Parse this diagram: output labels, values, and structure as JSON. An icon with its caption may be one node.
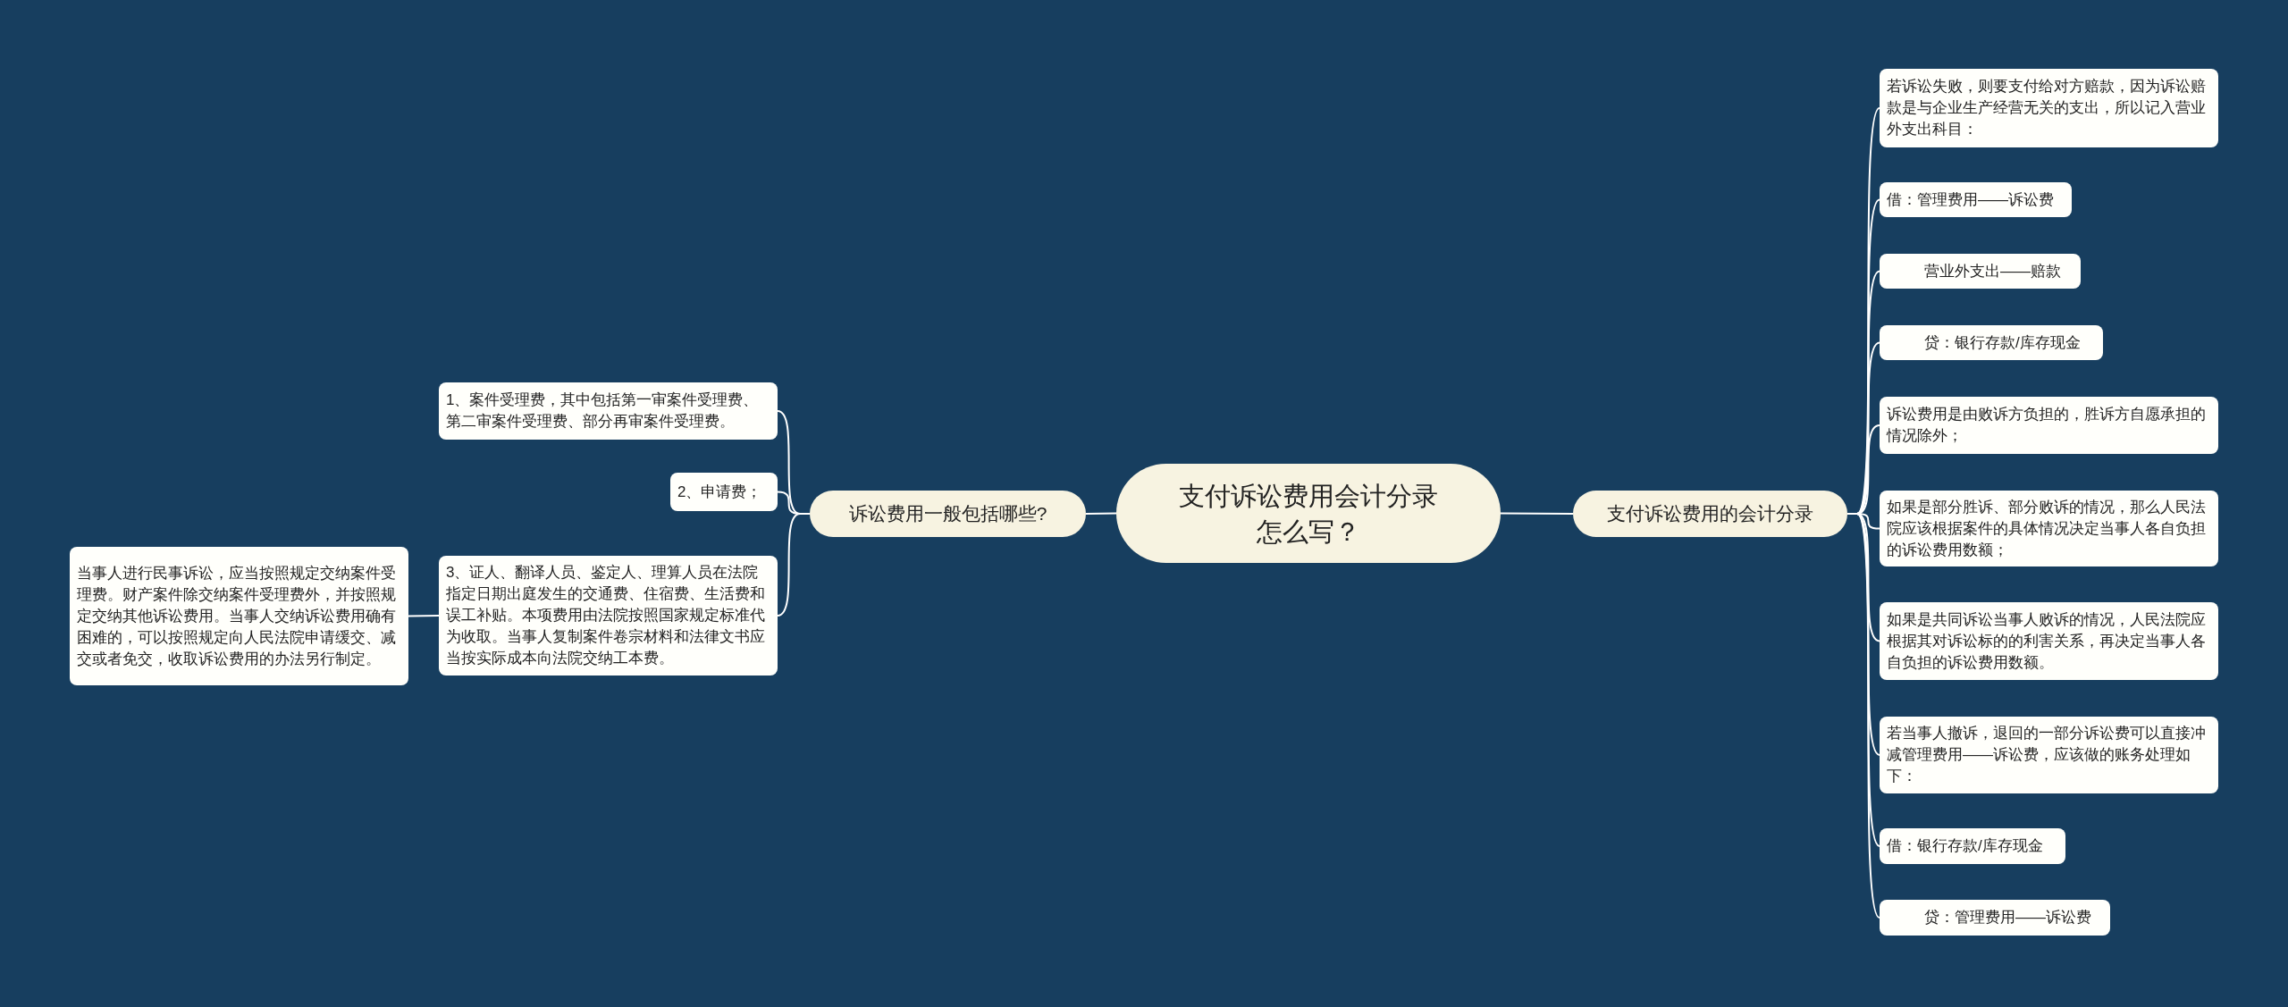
{
  "diagram": {
    "nodes": [
      {
        "text": [
          "支付诉讼费用会计分录怎么写？"
        ]
      },
      {
        "text": [
          "诉讼费用一般包括哪些?"
        ]
      },
      {
        "text": [
          "1、案件受理费，其中包括第一审案件受理费、第二审案件受理费、部分再审案件受理费。"
        ]
      },
      {
        "text": [
          "2、申请费；"
        ]
      },
      {
        "text": [
          "3、证人、翻译人员、鉴定人、理算人员在法院指定日期出庭发生的交通费、住宿费、生活费和误工补贴。本项费用由法院按照国家规定标准代为收取。当事人复制案件卷宗材料和法律文书应当按实际成本向法院交纳工本费。"
        ]
      },
      {
        "text": [
          "当事人进行民事诉讼，应当按照规定交纳案件受理费。财产案件除交纳案件受理费外，并按照规定交纳其他诉讼费用。当事人交纳诉讼费用确有困难的，可以按照规定向人民法院申请缓交、减交或者免交，收取诉讼费用的办法另行制定。"
        ]
      },
      {
        "text": [
          "支付诉讼费用的会计分录"
        ]
      },
      {
        "text": [
          "若诉讼失败，则要支付给对方赔款，因为诉讼赔款是与企业生产经营无关的支出，所以记入营业外支出科目："
        ]
      },
      {
        "text": [
          "借：管理费用——诉讼费"
        ]
      },
      {
        "text": [
          "营业外支出——赔款"
        ]
      },
      {
        "text": [
          "贷：银行存款/库存现金"
        ]
      },
      {
        "text": [
          "诉讼费用是由败诉方负担的，胜诉方自愿承担的情况除外；"
        ]
      },
      {
        "text": [
          "如果是部分胜诉、部分败诉的情况，那么人民法院应该根据案件的具体情况决定当事人各自负担的诉讼费用数额；"
        ]
      },
      {
        "text": [
          "如果是共同诉讼当事人败诉的情况，人民法院应根据其对诉讼标的的利害关系，再决定当事人各自负担的诉讼费用数额。"
        ]
      },
      {
        "text": [
          "若当事人撤诉，退回的一部分诉讼费可以直接冲减管理费用——诉讼费，应该做的账务处理如下："
        ]
      },
      {
        "text": [
          "借：银行存款/库存现金"
        ]
      },
      {
        "text": [
          "贷：管理费用——诉讼费"
        ]
      }
    ],
    "edges": [
      {
        "from": 0,
        "to": 1,
        "arrow": "none"
      },
      {
        "from": 1,
        "to": 2,
        "arrow": "none"
      },
      {
        "from": 1,
        "to": 3,
        "arrow": "none"
      },
      {
        "from": 1,
        "to": 4,
        "arrow": "none"
      },
      {
        "from": 4,
        "to": 5,
        "arrow": "none"
      },
      {
        "from": 0,
        "to": 6,
        "arrow": "none"
      },
      {
        "from": 6,
        "to": 7,
        "arrow": "none"
      },
      {
        "from": 6,
        "to": 8,
        "arrow": "none"
      },
      {
        "from": 6,
        "to": 9,
        "arrow": "none"
      },
      {
        "from": 6,
        "to": 10,
        "arrow": "none"
      },
      {
        "from": 6,
        "to": 11,
        "arrow": "none"
      },
      {
        "from": 6,
        "to": 12,
        "arrow": "none"
      },
      {
        "from": 6,
        "to": 13,
        "arrow": "none"
      },
      {
        "from": 6,
        "to": 14,
        "arrow": "none"
      },
      {
        "from": 6,
        "to": 15,
        "arrow": "none"
      },
      {
        "from": 6,
        "to": 16,
        "arrow": "none"
      }
    ]
  }
}
